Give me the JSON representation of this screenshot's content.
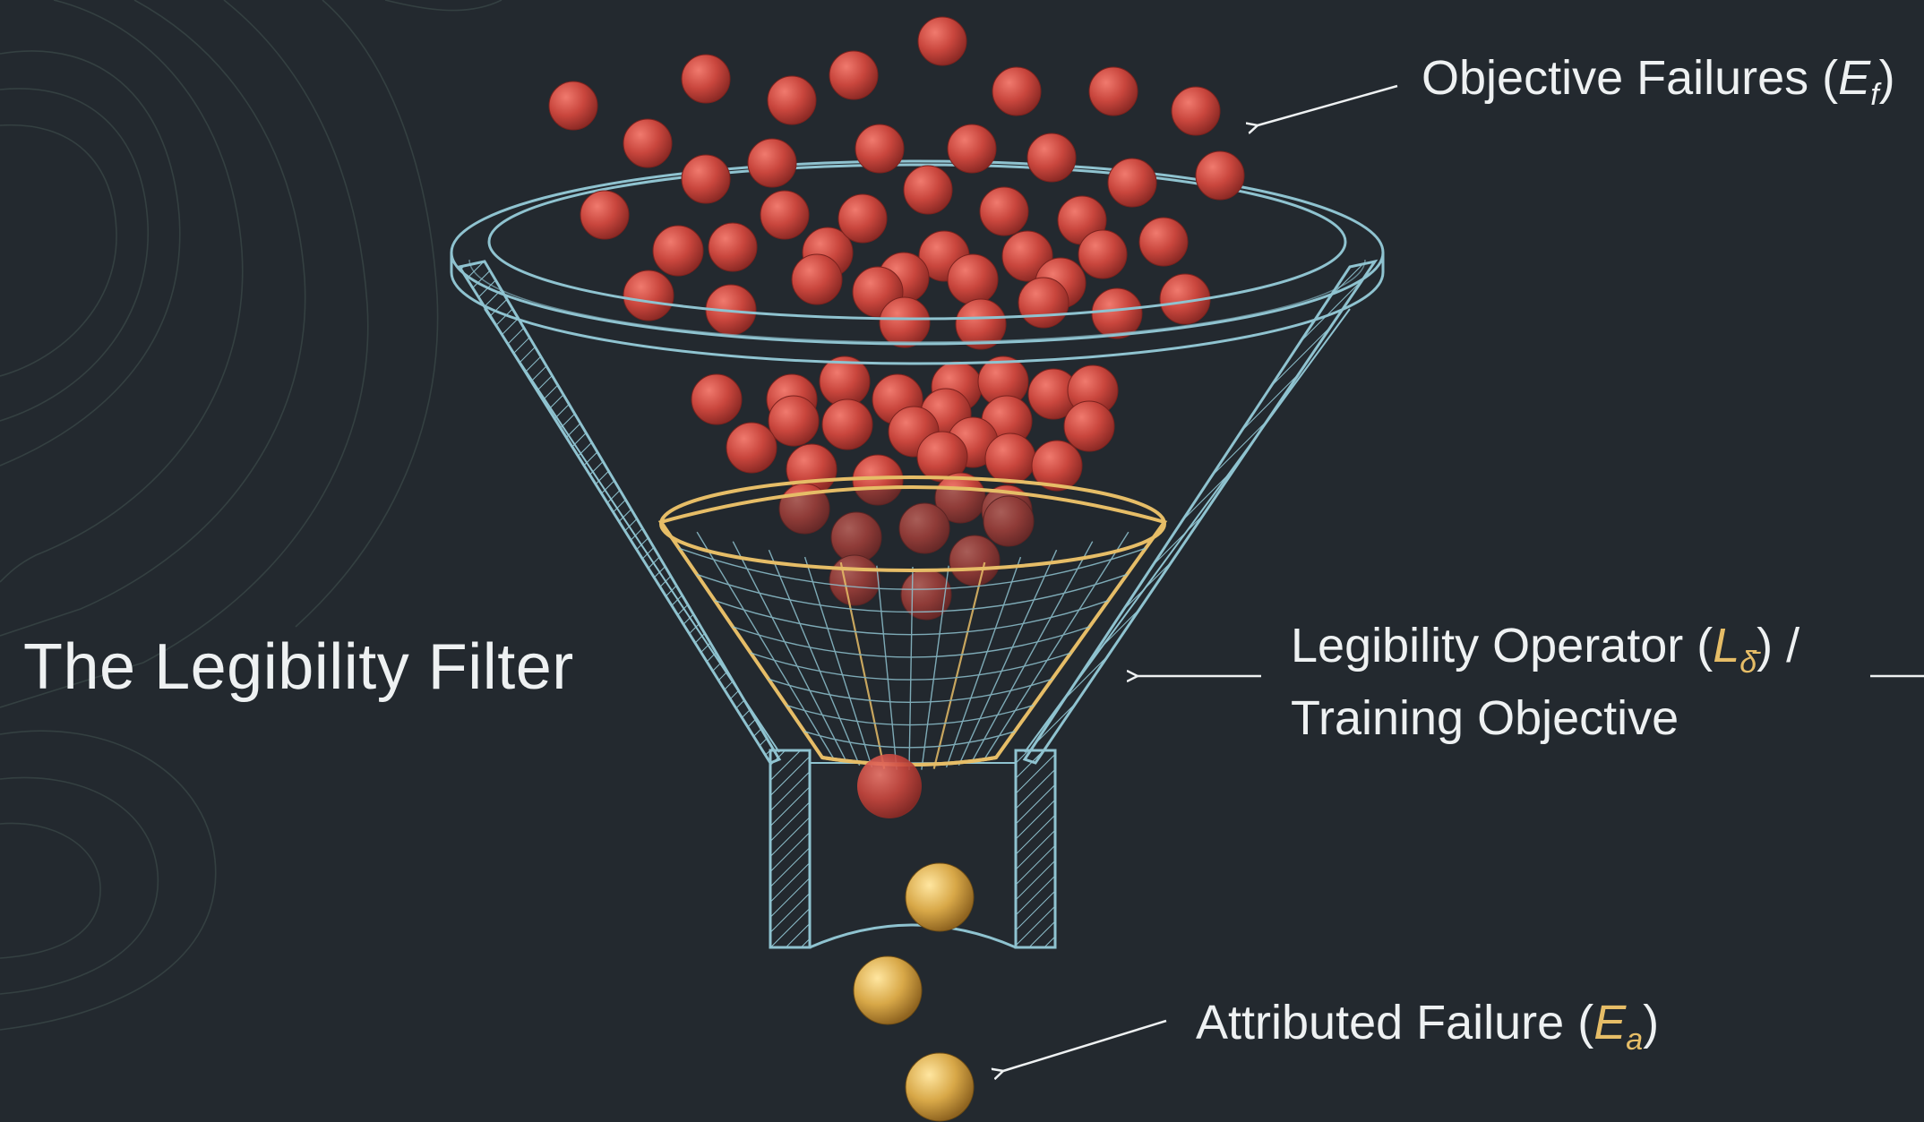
{
  "title": "The Legibility Filter",
  "labels": {
    "objective": {
      "prefix": "Objective Failures (",
      "symbol": "E",
      "subscript": "f",
      "suffix": ")"
    },
    "legibility": {
      "line1_prefix": "Legibility Operator (",
      "symbol": "L",
      "subscript": "δ̄",
      "line1_suffix": ") /",
      "line2": "Training Objective"
    },
    "attributed": {
      "prefix": "Attributed Failure (",
      "symbol": "E",
      "subscript": "a",
      "suffix": ")"
    }
  },
  "colors": {
    "background": "#23292f",
    "funnel_outline": "#8fc3d0",
    "filter_mesh": "#e6bd67",
    "failure_ball": "#c9463d",
    "attributed_ball": "#d8a848",
    "text": "#eef1f2"
  },
  "icons": [
    "arrow-left-icon",
    "arrow-left-icon",
    "arrow-left-icon"
  ]
}
